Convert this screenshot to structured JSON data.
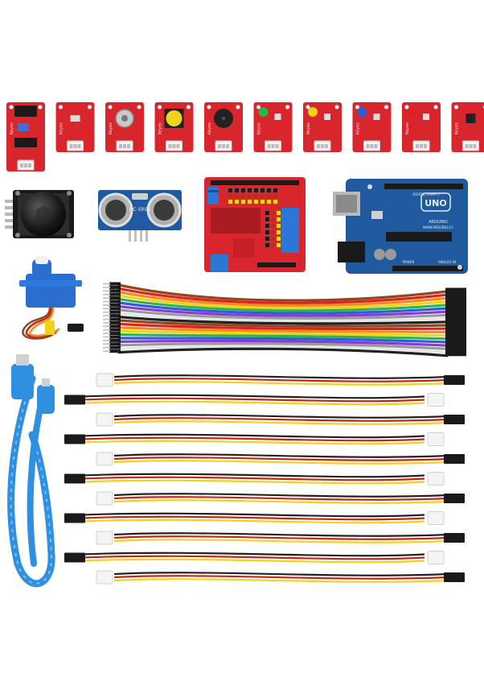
{
  "image": {
    "kind": "product-photo",
    "background": "#ffffff"
  },
  "components": {
    "sensor_modules": [
      {
        "kind": "sound-sensor",
        "accent": "#3a6fd8"
      },
      {
        "kind": "blank-sensor",
        "accent": "#dddddd"
      },
      {
        "kind": "potentiometer",
        "accent": "#c9c9c9"
      },
      {
        "kind": "button-yellow",
        "accent": "#f2d21b"
      },
      {
        "kind": "buzzer",
        "accent": "#222222"
      },
      {
        "kind": "led-green",
        "accent": "#2fb34a"
      },
      {
        "kind": "led-yellow",
        "accent": "#f2d21b"
      },
      {
        "kind": "led-blue",
        "accent": "#2a5fd8"
      },
      {
        "kind": "led-red",
        "accent": "#e02020"
      },
      {
        "kind": "ir-sensor",
        "accent": "#222222"
      }
    ],
    "module_label": "Keyes",
    "ultrasonic_label": "HC-SR04",
    "board_labels": {
      "uno": "UNO",
      "digital": "DIGITAL (PWM~)",
      "power": "POWER",
      "analog": "ANALOG IN",
      "site": "WWW.ARDUINO.CC",
      "brand": "ARDUINO"
    },
    "colors": {
      "module_red": "#d8262c",
      "board_blue": "#1f5a9e",
      "cable_blue": "#2f8fe0",
      "servo_blue": "#2a6fd0"
    },
    "jumper_colors": [
      "#8a4a1e",
      "#e02020",
      "#f28a1e",
      "#f2d21b",
      "#2fb34a",
      "#2a5fd8",
      "#8a3ad8",
      "#9a9a9a",
      "#ffffff",
      "#222222"
    ],
    "sensor_cable_colors": [
      "#222222",
      "#c0281e",
      "#f2d21b"
    ]
  }
}
